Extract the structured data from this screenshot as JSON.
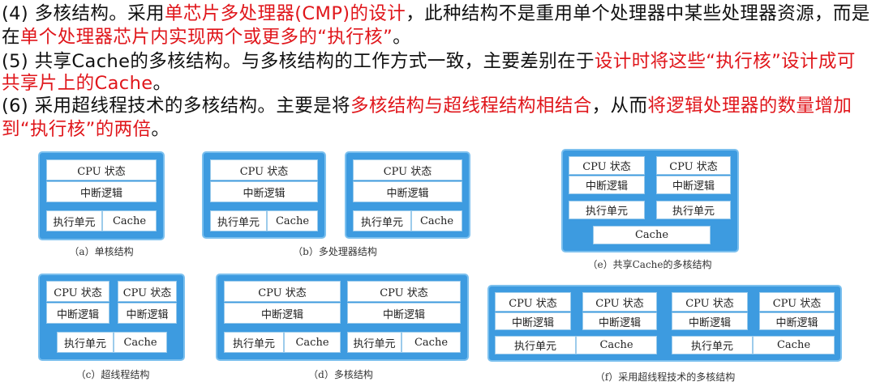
{
  "paragraphs": [
    [
      {
        "t": "(4) 多核结构。采用",
        "red": false
      },
      {
        "t": "单芯片多处理器(CMP)的设计",
        "red": true
      },
      {
        "t": "，此种结构不是重用单个处理器中某些处理器资源，而是",
        "red": false
      }
    ],
    [
      {
        "t": "在",
        "red": false
      },
      {
        "t": "单个处理器芯片内实现两个或更多的“执行核”",
        "red": true
      },
      {
        "t": "。",
        "red": false
      }
    ],
    [
      {
        "t": "(5) 共享Cache的多核结构。与多核结构的工作方式一致，主要差别在于",
        "red": false
      },
      {
        "t": "设计时将这些“执行核”设计成可",
        "red": true
      }
    ],
    [
      {
        "t": "共享片上的Cache",
        "red": true
      },
      {
        "t": "。",
        "red": false
      }
    ],
    [
      {
        "t": "(6) 采用超线程技术的多核结构。主要是将",
        "red": false
      },
      {
        "t": "多核结构与超线程结构相结合",
        "red": true
      },
      {
        "t": "，从而",
        "red": false
      },
      {
        "t": "将逻辑处理器的数量增加",
        "red": true
      }
    ],
    [
      {
        "t": "到“执行核”的两倍",
        "red": true
      },
      {
        "t": "。",
        "red": false
      }
    ]
  ],
  "labels": {
    "cpu": "CPU 状态",
    "irq": "中断逻辑",
    "exec": "执行单元",
    "cache": "Cache"
  },
  "captions": {
    "a": "（a）单核结构",
    "b": "（b）多处理器结构",
    "c": "（c）超线程结构",
    "d": "（d）多核结构",
    "e": "（e）共享Cache的多核结构",
    "f": "（f）采用超线程技术的多核结构"
  },
  "colors": {
    "accent_red": "#e0161b",
    "diagram_blue": "#3d9be0"
  }
}
